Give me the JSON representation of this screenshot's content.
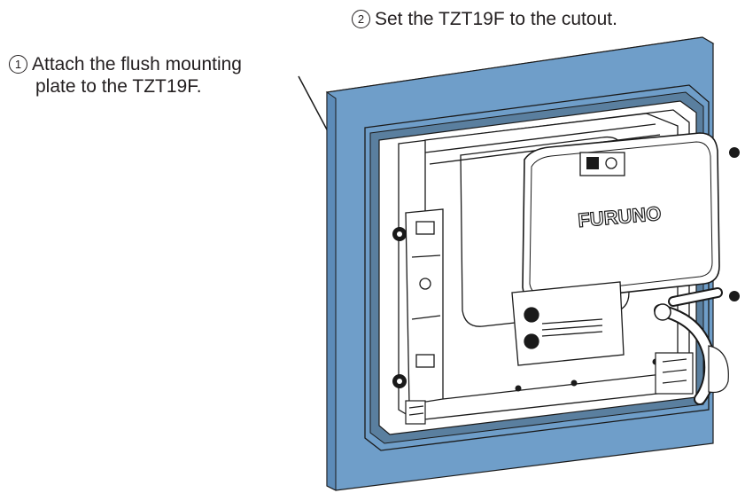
{
  "callouts": [
    {
      "number": "2",
      "text": "Set the TZT19F to the cutout."
    },
    {
      "number": "1",
      "line1": "Attach the flush mounting",
      "line2": "plate to the TZT19F."
    }
  ],
  "brand_label": "FURUNO",
  "colors": {
    "panel_face": "#6f9ec9",
    "panel_edge": "#4f80ad",
    "outline": "#1a1a1a",
    "device_fill": "#ffffff",
    "text": "#231f20"
  }
}
